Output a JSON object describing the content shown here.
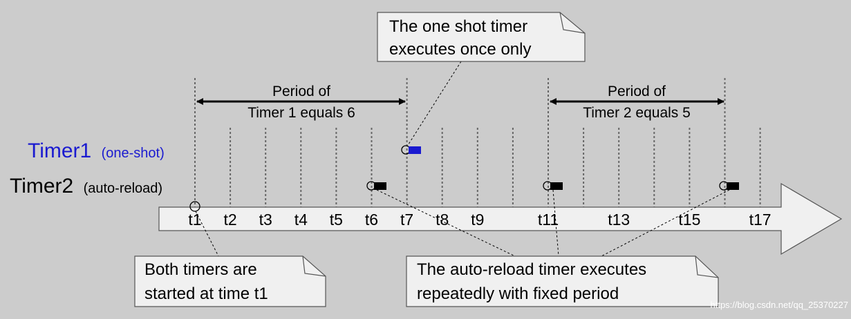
{
  "timers": {
    "timer1": {
      "name": "Timer1",
      "mode": "(one-shot)",
      "color": "#1a1ad0"
    },
    "timer2": {
      "name": "Timer2",
      "mode": "(auto-reload)",
      "color": "#000000"
    }
  },
  "ticks": [
    {
      "label": "t1"
    },
    {
      "label": "t2"
    },
    {
      "label": "t3"
    },
    {
      "label": "t4"
    },
    {
      "label": "t5"
    },
    {
      "label": "t6"
    },
    {
      "label": "t7"
    },
    {
      "label": "t8"
    },
    {
      "label": "t9"
    },
    {
      "label": ""
    },
    {
      "label": "t11"
    },
    {
      "label": ""
    },
    {
      "label": "t13"
    },
    {
      "label": ""
    },
    {
      "label": "t15"
    },
    {
      "label": ""
    },
    {
      "label": "t17"
    }
  ],
  "timeline_color": "#f0f0f0",
  "period1": {
    "line1": "Period of",
    "line2": "Timer 1 equals 6"
  },
  "period2": {
    "line1": "Period of",
    "line2": "Timer 2 equals 5"
  },
  "notes": {
    "one_shot": {
      "line1": "The one shot timer",
      "line2": "executes once only"
    },
    "start": {
      "line1": "Both timers are",
      "line2": "started at time t1"
    },
    "auto_reload": {
      "line1": "The auto-reload timer executes",
      "line2": "repeatedly with fixed period"
    }
  },
  "watermark": "https://blog.csdn.net/qq_25370227"
}
